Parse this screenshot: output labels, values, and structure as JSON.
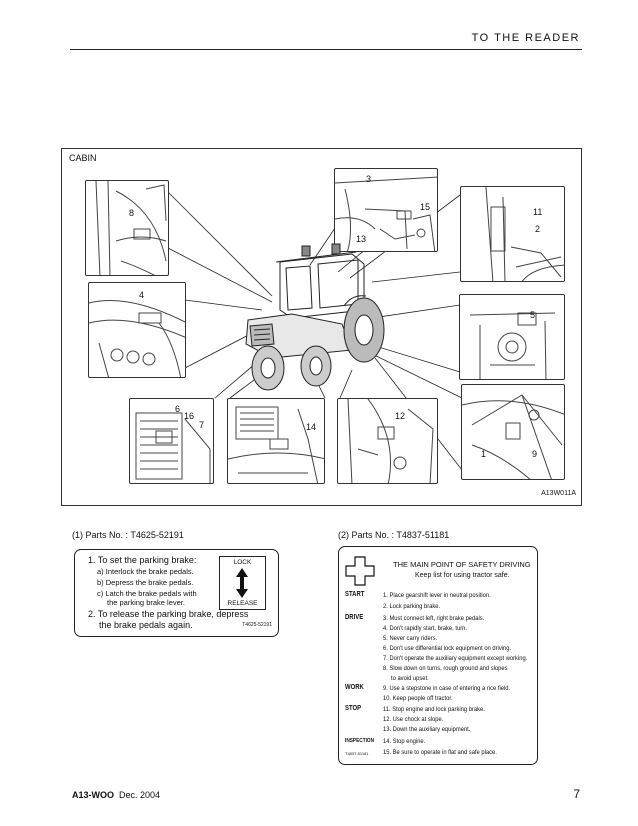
{
  "header": {
    "title": "TO THE READER"
  },
  "figure": {
    "label": "CABIN",
    "code": "A13W011A",
    "callouts": {
      "c3": "3",
      "c15": "15",
      "c13": "13",
      "c8": "8",
      "c11": "11",
      "c2": "2",
      "c4": "4",
      "c5": "5",
      "c6": "6",
      "c16": "16",
      "c7": "7",
      "c14": "14",
      "c12": "12",
      "c1": "1",
      "c9": "9"
    }
  },
  "part1": {
    "title": "(1) Parts No. : T4625-52191",
    "line1": "1. To set the parking brake:",
    "line1a": "a) Interlock the brake pedals.",
    "line1b": "b) Depress the brake pedals.",
    "line1c1": "c) Latch the brake pedals with",
    "line1c2": "the parking brake lever.",
    "line2a": "2. To release the parking brake, depress",
    "line2b": "the brake pedals again.",
    "lock": "LOCK",
    "release": "RELEASE",
    "code": "T4625-52191"
  },
  "part2": {
    "title": "(2) Parts No. : T4837-51181",
    "heading": "THE MAIN POINT OF SAFETY DRIVING",
    "subheading": "Keep list for using tractor safe.",
    "code": "T4837-51181",
    "sections": {
      "start": "START",
      "drive": "DRIVE",
      "work": "WORK",
      "stop": "STOP",
      "inspection": "INSPECTION"
    },
    "items": [
      "1. Place gearshift lever in neutral position.",
      "2. Lock parking brake.",
      "3. Must connect left, right brake pedals.",
      "4. Don't rapidly start, brake, turn.",
      "5. Never carry riders.",
      "6. Don't use differential lock equipment on driving.",
      "7. Don't operate the auxiliary equipment except working.",
      "8. Slow down on turns, rough ground and slopes",
      "to avoid upset.",
      "9. Use a stepstone in case of entering a rice field.",
      "10. Keep people off tractor.",
      "11. Stop engine and lock parking brake.",
      "12. Use chock at slope.",
      "13. Down the auxiliary equipment.",
      "14. Stop engine.",
      "15. Be sure to operate in flat and safe place."
    ]
  },
  "footer": {
    "model": "A13-WOO",
    "date": "Dec. 2004",
    "page": "7"
  }
}
